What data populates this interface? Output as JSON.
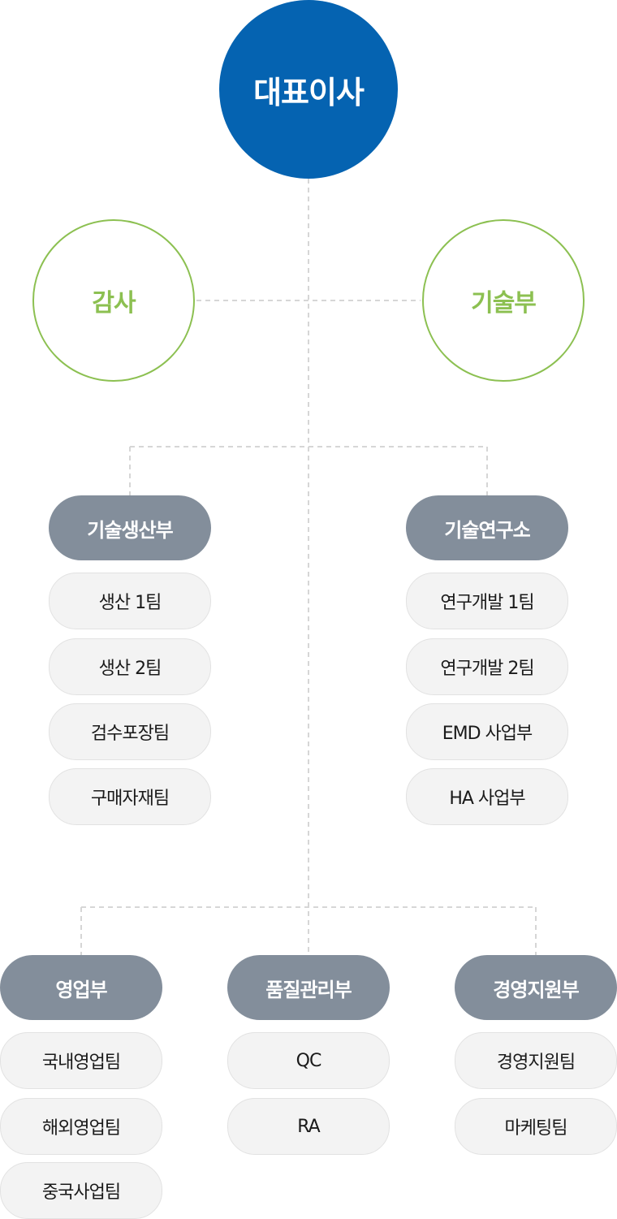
{
  "ceo": "대표이사",
  "audit": "감사",
  "tech": "기술부",
  "departments": [
    {
      "name": "기술생산부",
      "teams": [
        "생산 1팀",
        "생산 2팀",
        "검수포장팀",
        "구매자재팀"
      ]
    },
    {
      "name": "기술연구소",
      "teams": [
        "연구개발 1팀",
        "연구개발 2팀",
        "EMD 사업부",
        "HA 사업부"
      ]
    },
    {
      "name": "영업부",
      "teams": [
        "국내영업팀",
        "해외영업팀",
        "중국사업팀"
      ]
    },
    {
      "name": "품질관리부",
      "teams": [
        "QC",
        "RA"
      ]
    },
    {
      "name": "경영지원부",
      "teams": [
        "경영지원팀",
        "마케팅팀"
      ]
    }
  ],
  "colors": {
    "ceo": "#0563b1",
    "ring": "#8cc051",
    "dept": "#838e9b",
    "team_bg": "#f3f3f3",
    "line": "#d6d6d6"
  }
}
